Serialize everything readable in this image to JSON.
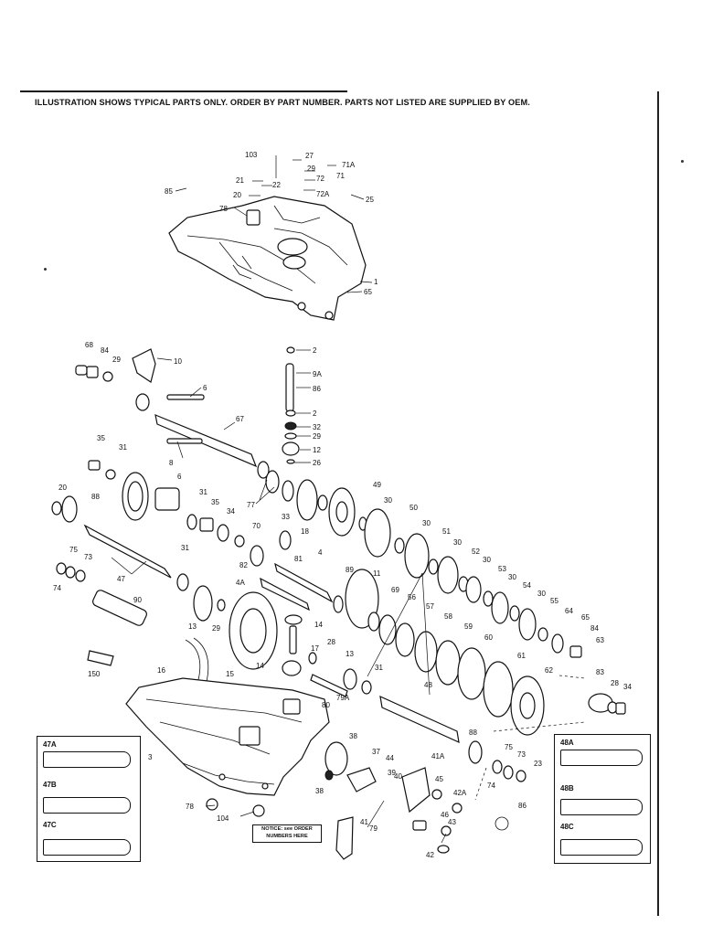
{
  "header": {
    "notice": "ILLUSTRATION SHOWS TYPICAL PARTS ONLY. ORDER BY PART NUMBER. PARTS NOT LISTED ARE SUPPLIED BY OEM."
  },
  "callouts": {
    "c103": "103",
    "c27": "27",
    "c29a": "29",
    "c71a": "71A",
    "c72": "72",
    "c71": "71",
    "c21": "21",
    "c22": "22",
    "c20": "20",
    "c72a": "72A",
    "c25": "25",
    "c85": "85",
    "c78a": "78",
    "c1": "1",
    "c65": "65",
    "c2a": "2",
    "c9a": "9A",
    "c86a": "86",
    "c2b": "2",
    "c32": "32",
    "c29b": "29",
    "c12": "12",
    "c26": "26",
    "c68a": "68",
    "c84": "84",
    "c29c": "29",
    "c10": "10",
    "c6a": "6",
    "c67": "67",
    "c35a": "35",
    "c31a": "31",
    "c8": "8",
    "c6b": "6",
    "c20b": "20",
    "c88a": "88",
    "c31b": "31",
    "c35b": "35",
    "c34": "34",
    "c70": "70",
    "c77": "77",
    "c33": "33",
    "c18": "18",
    "c49": "49",
    "c30a": "30",
    "c50": "50",
    "c30b": "30",
    "c51": "51",
    "c30c": "30",
    "c52": "52",
    "c30d": "30",
    "c53": "53",
    "c30e": "30",
    "c54": "54",
    "c30f": "30",
    "c55": "55",
    "c64": "64",
    "c65b": "65",
    "c84b": "84",
    "c63": "63",
    "c75a": "75",
    "c73a": "73",
    "c74a": "74",
    "c47": "47",
    "c31c": "31",
    "c82": "82",
    "c81": "81",
    "c4": "4",
    "c4a": "4A",
    "c89": "89",
    "c11": "11",
    "c90": "90",
    "c13a": "13",
    "c29d": "29",
    "c69": "69",
    "c56": "56",
    "c57": "57",
    "c58": "58",
    "c59": "59",
    "c60": "60",
    "c61": "61",
    "c62": "62",
    "c14a": "14",
    "c150": "150",
    "c16": "16",
    "c15": "15",
    "c14b": "14",
    "c28a": "28",
    "c17": "17",
    "c13b": "13",
    "c31d": "31",
    "c48": "48",
    "c83": "83",
    "c28b": "28",
    "c34b": "34",
    "c79a": "79A",
    "c80": "80",
    "c3": "3",
    "c38a": "38",
    "c37": "37",
    "c44": "44",
    "c39": "39",
    "c41a": "41A",
    "c45": "45",
    "c42a": "42A",
    "c88b": "88",
    "c75b": "75",
    "c73b": "73",
    "c74b": "74",
    "c23": "23",
    "c86b": "86",
    "c38b": "38",
    "c78b": "78",
    "c104": "104",
    "c79": "79",
    "c40": "40",
    "c46": "46",
    "c43": "43",
    "c41": "41",
    "c42": "42"
  },
  "notice_box": {
    "line1": "NOTICE: see ORDER",
    "line2": "NUMBERS HERE"
  },
  "insets": {
    "left": {
      "a": "47A",
      "b": "47B",
      "c": "47C"
    },
    "right": {
      "a": "48A",
      "b": "48B",
      "c": "48C"
    }
  }
}
